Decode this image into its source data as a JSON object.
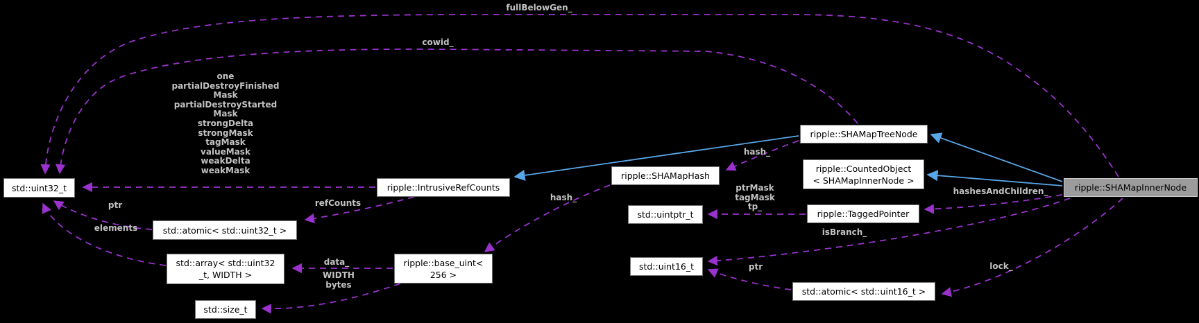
{
  "nodes": {
    "uint32": {
      "label": "std::uint32_t"
    },
    "atomic_uint32": {
      "label": "std::atomic< std::uint32_t >"
    },
    "array_uint32": {
      "lines": [
        "std::array< std::uint32",
        "_t, WIDTH >"
      ]
    },
    "size_t": {
      "label": "std::size_t"
    },
    "base_uint": {
      "lines": [
        "ripple::base_uint<",
        "256 >"
      ]
    },
    "intrusive_ref_counts": {
      "label": "ripple::IntrusiveRefCounts"
    },
    "shamap_hash": {
      "label": "ripple::SHAMapHash"
    },
    "uintptr": {
      "label": "std::uintptr_t"
    },
    "uint16": {
      "label": "std::uint16_t"
    },
    "shamap_tree_node": {
      "label": "ripple::SHAMapTreeNode"
    },
    "counted_object": {
      "lines": [
        "ripple::CountedObject",
        "< SHAMapInnerNode >"
      ]
    },
    "tagged_pointer": {
      "label": "ripple::TaggedPointer"
    },
    "atomic_uint16": {
      "label": "std::atomic< std::uint16_t >"
    },
    "shamap_inner_node": {
      "label": "ripple::SHAMapInnerNode"
    }
  },
  "edge_labels": {
    "full_below_gen": "fullBelowGen_",
    "cowid": "cowid_",
    "masks": {
      "lines": [
        "one",
        "partialDestroyFinished",
        "Mask",
        "partialDestroyStarted",
        "Mask",
        "strongDelta",
        "strongMask",
        "tagMask",
        "valueMask",
        "weakDelta",
        "weakMask"
      ]
    },
    "ptr_left": "ptr",
    "elements": "elements",
    "ref_counts": "refCounts",
    "hash_upper": "hash_",
    "hash_lower": "hash_",
    "data": "data_",
    "width_bytes": {
      "lines": [
        "WIDTH",
        "bytes"
      ]
    },
    "tp": {
      "lines": [
        "ptrMask",
        "tagMask",
        "tp_"
      ]
    },
    "hashes_and_children": "hashesAndChildren_",
    "is_branch": "isBranch_",
    "ptr_right": "ptr",
    "lock": "lock_"
  },
  "colors": {
    "background": "#000000",
    "usage_edge": "#9a32cd",
    "inheritance_edge": "#58a6e8",
    "node_fill": "#ffffff",
    "node_border": "#717375",
    "node_text": "#000000",
    "edge_label_text": "#c2c2c2",
    "selected_node_fill": "#9c9c9c"
  }
}
